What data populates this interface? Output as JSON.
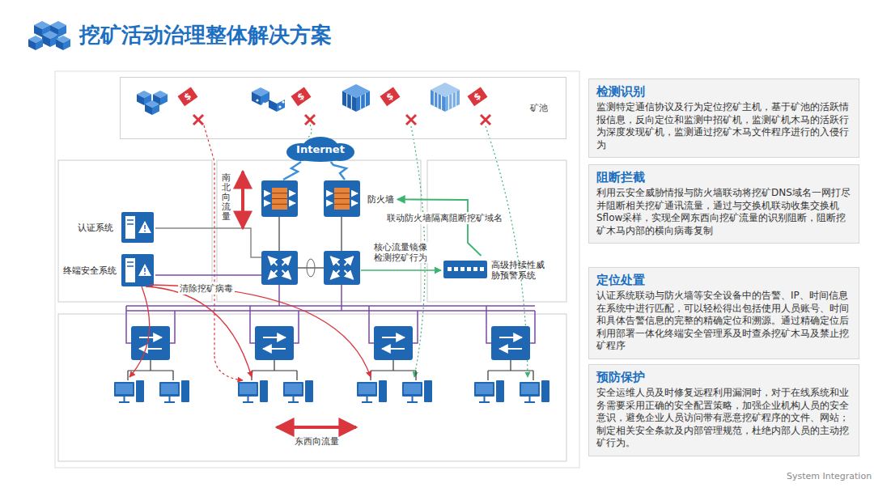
{
  "diagram": {
    "title": "挖矿活动治理整体解决方案",
    "nodes": [
      {
        "text": [
          "矿池"
        ]
      },
      {
        "text": [
          "Internet"
        ]
      },
      {
        "text": [
          "防火墙"
        ]
      },
      {
        "text": [
          "认证系统"
        ]
      },
      {
        "text": [
          "终端安全系统"
        ]
      },
      {
        "text": [
          "高级持续性威胁预警系统"
        ]
      },
      {
        "text": [
          "检测识别",
          "监测特定通信协议及行为定位挖矿主机，基于矿池的活跃情报信息，反向定位和监测中招矿机，监测矿机木马的活跃行为深度发现矿机，监测通过挖矿木马文件程序进行的入侵行为"
        ]
      },
      {
        "text": [
          "阻断拦截",
          "利用云安全威胁情报与防火墙联动将挖矿DNS域名一网打尽并阻断相关挖矿通讯流量，通过与交换机联动收集交换机Sflow采样，实现全网东西向挖矿流量的识别阻断，阻断挖矿木马内部的横向病毒复制"
        ]
      },
      {
        "text": [
          "定位处置",
          "认证系统联动与防火墙等安全设备中的告警、IP、时间信息在系统中进行匹配，可以轻松得出包括使用人员账号、时间和具体告警信息的完整的精确定位和溯源。通过精确定位后利用部署一体化终端安全管理系及时查杀挖矿木马及禁止挖矿程序"
        ]
      },
      {
        "text": [
          "预防保护",
          "安全运维人员及时修复远程利用漏洞时，对于在线系统和业务需要采用正确的安全配置策略，加强企业机构人员的安全意识，避免企业人员访问带有恶意挖矿程序的文件、网站；制定相关安全条款及内部管理规范，杜绝内部人员的主动挖矿行为。"
        ]
      }
    ],
    "edges": [
      {
        "from": 1,
        "to": 2,
        "arrow": "none"
      },
      {
        "from": 5,
        "to": 2,
        "label": "联动防火墙隔离阻断挖矿域名",
        "arrow": "to"
      }
    ],
    "labels": [
      "$",
      "$",
      "$",
      "$",
      "南北向流量",
      "核心流量镜像检测挖矿行为",
      "清除挖矿病毒",
      "东西向流量",
      "System Integration"
    ]
  }
}
